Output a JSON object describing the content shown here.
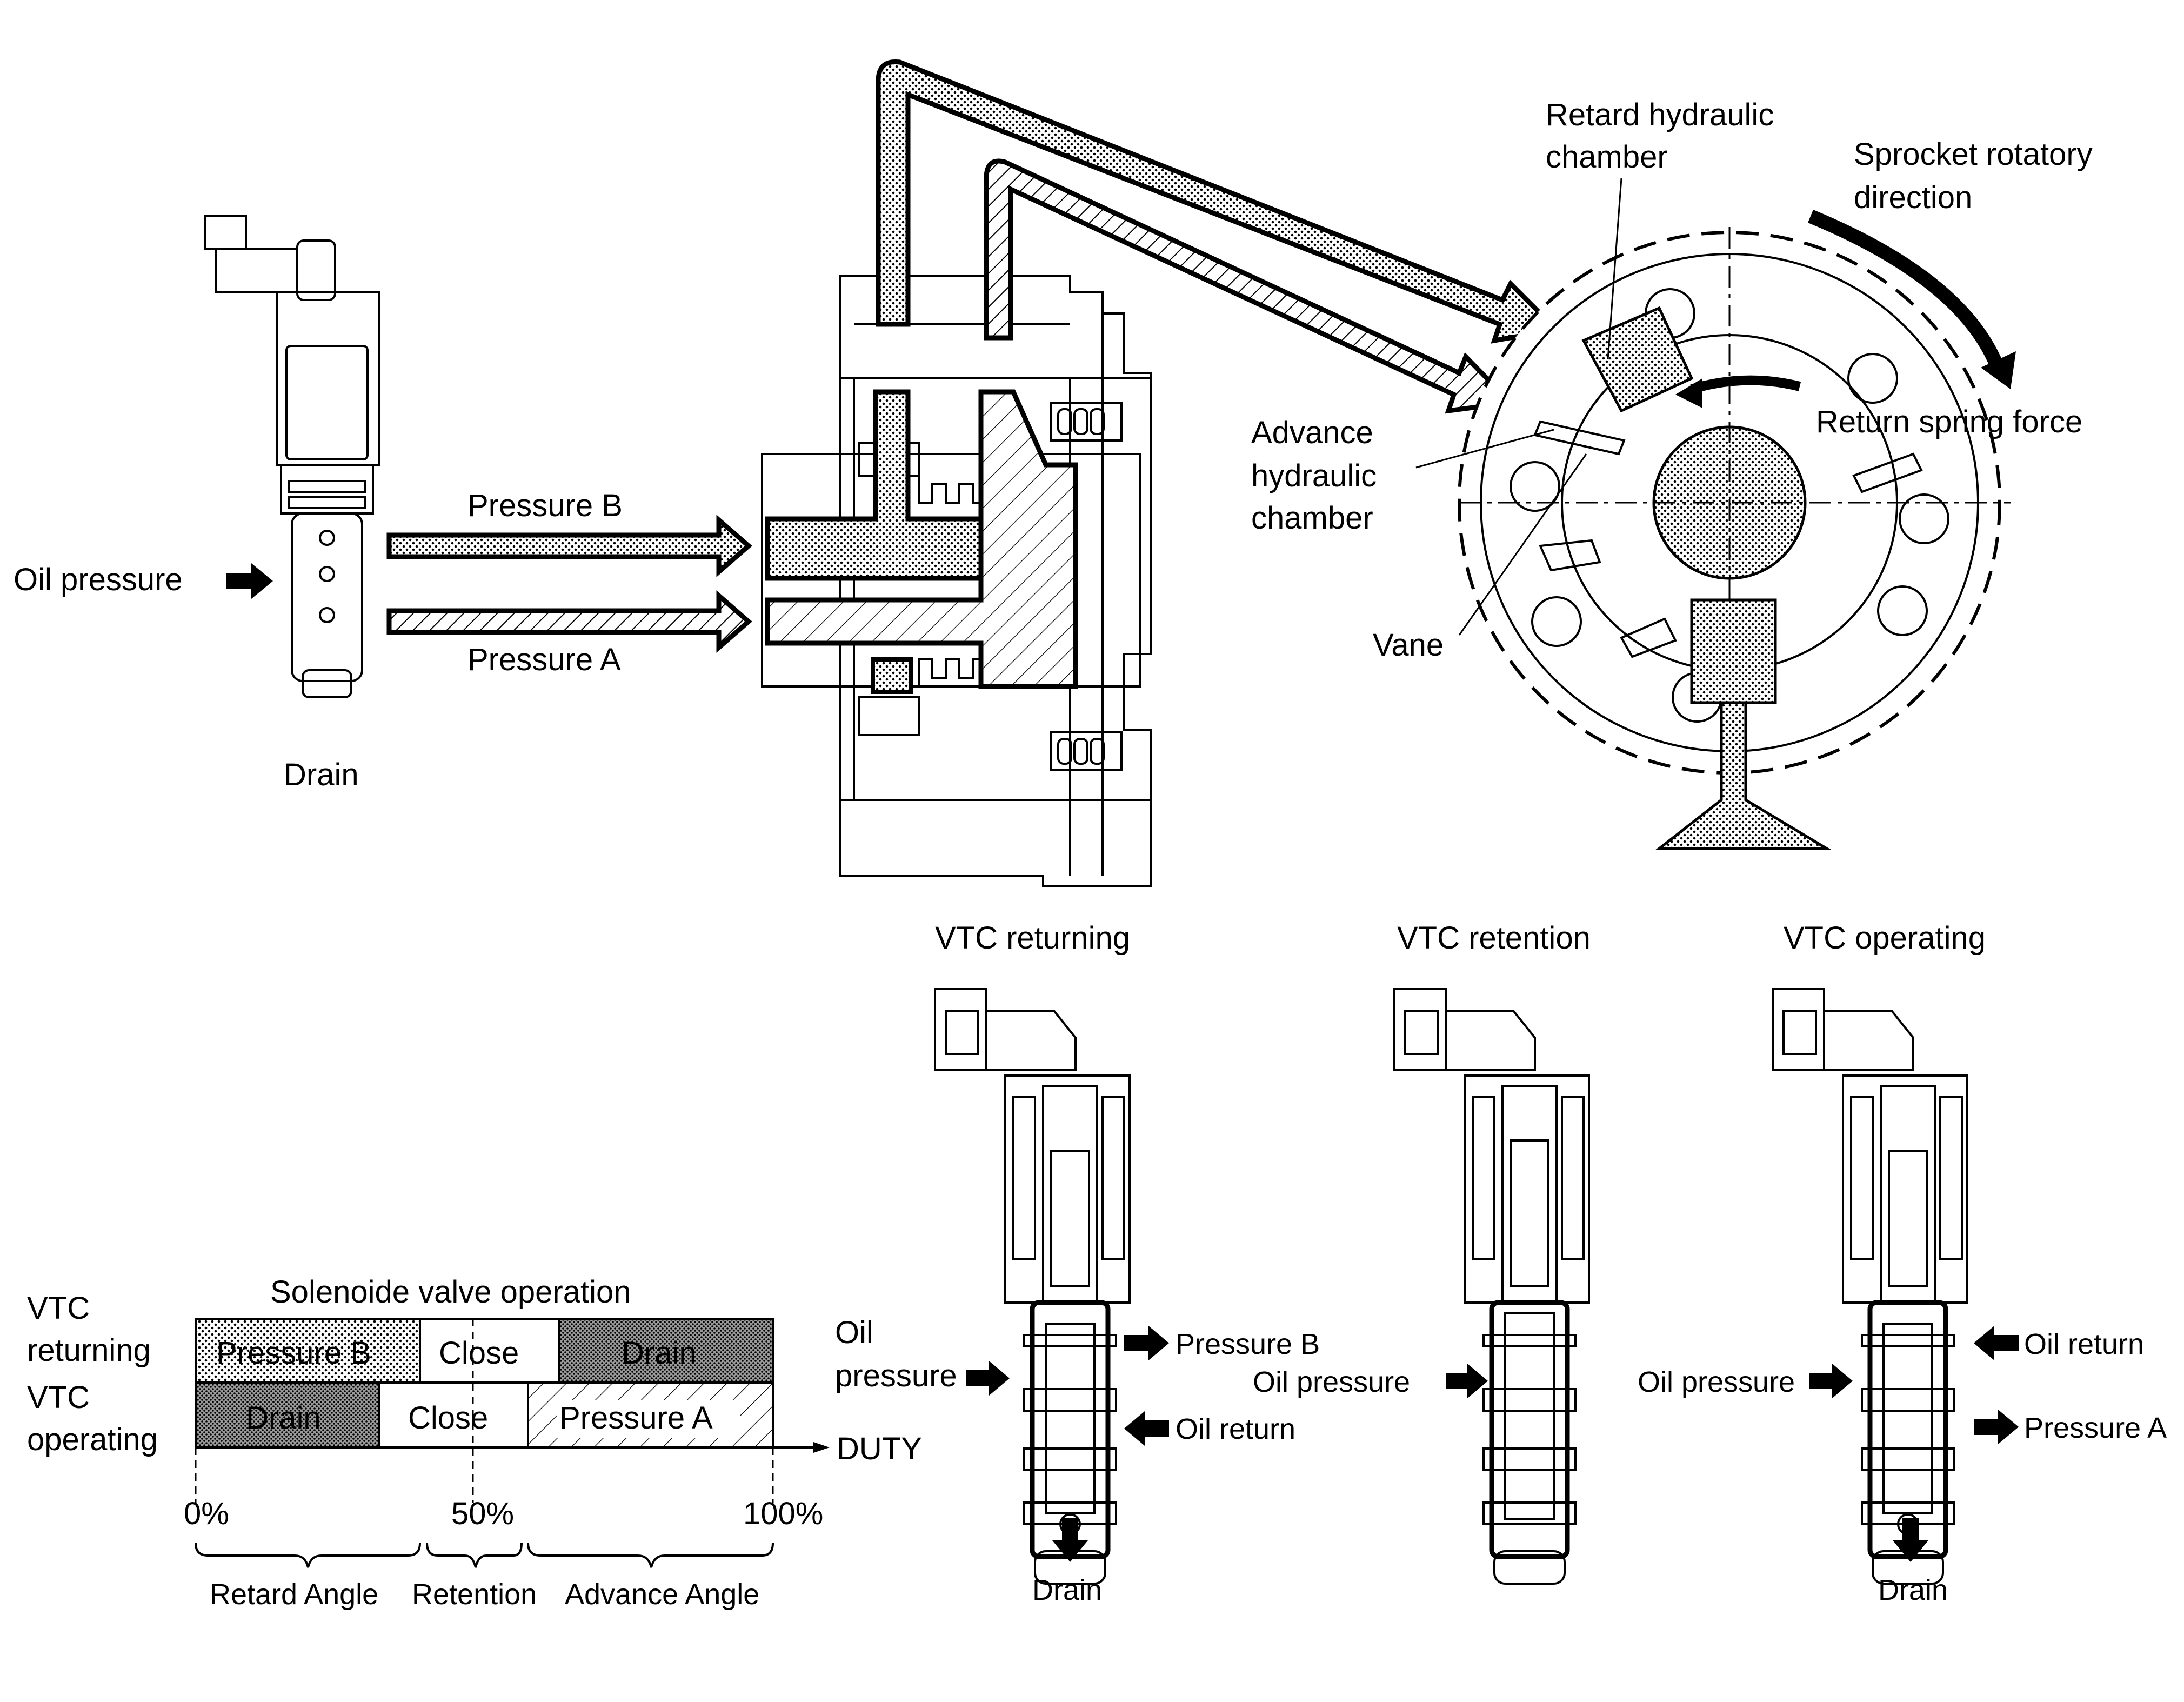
{
  "colors": {
    "ink": "#000000",
    "paper": "#ffffff",
    "dot_fill": "#c9c9c9",
    "dark_fill": "#8f8f8f"
  },
  "icons": [
    "solenoid-valve-icon",
    "oil-control-valve-icon",
    "sprocket-icon",
    "arrow-right-icon",
    "arrow-down-icon",
    "arrow-left-icon"
  ],
  "top": {
    "retard_chamber_line1": "Retard hydraulic",
    "retard_chamber_line2": "chamber",
    "sprocket_dir_line1": "Sprocket rotatory",
    "sprocket_dir_line2": "direction",
    "return_spring": "Return spring force",
    "advance_line1": "Advance",
    "advance_line2": "hydraulic",
    "advance_line3": "chamber",
    "vane": "Vane",
    "oil_pressure": "Oil pressure",
    "pressure_b": "Pressure B",
    "pressure_a": "Pressure A",
    "drain": "Drain"
  },
  "states": {
    "returning": {
      "title": "VTC returning",
      "oil_line1": "Oil",
      "oil_line2": "pressure",
      "right_top": "Pressure B",
      "right_bottom": "Oil return",
      "drain": "Drain"
    },
    "retention": {
      "title": "VTC retention",
      "oil": "Oil pressure"
    },
    "operating": {
      "title": "VTC operating",
      "oil": "Oil pressure",
      "right_top": "Oil return",
      "right_bottom": "Pressure A",
      "drain": "Drain"
    }
  },
  "chart": {
    "title": "Solenoide valve operation",
    "row1_line1": "VTC",
    "row1_line2": "returning",
    "row2_line1": "VTC",
    "row2_line2": "operating",
    "row1_cells": [
      "Pressure B",
      "Close",
      "Drain"
    ],
    "row2_cells": [
      "Drain",
      "Close",
      "Pressure A"
    ],
    "axis_label": "DUTY",
    "ticks": [
      "0%",
      "50%",
      "100%"
    ],
    "ranges": [
      "Retard Angle",
      "Retention",
      "Advance Angle"
    ]
  }
}
